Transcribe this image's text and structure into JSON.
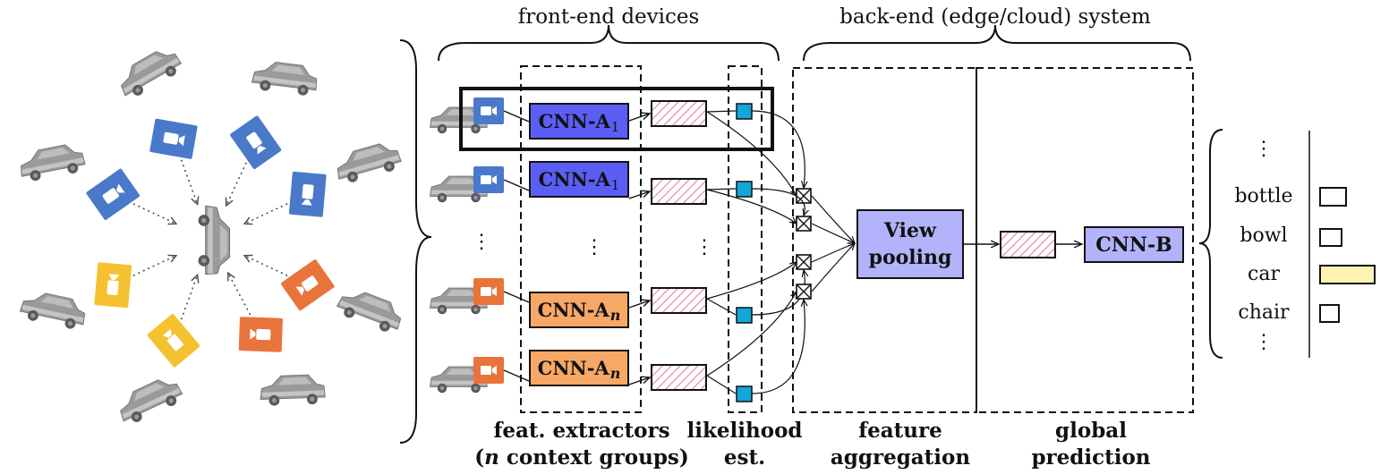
{
  "headers": {
    "front_end": "front-end devices",
    "back_end": "back-end (edge/cloud) system"
  },
  "captions": {
    "feat_extractors_line1": "feat. extractors",
    "feat_extractors_line2_prefix": "(",
    "feat_extractors_line2_n": "n",
    "feat_extractors_line2_suffix": " context groups)",
    "likelihood_line1": "likelihood",
    "likelihood_line2": "est.",
    "feature_agg_line1": "feature",
    "feature_agg_line2": "aggregation",
    "global_pred_line1": "global",
    "global_pred_line2": "prediction"
  },
  "extractors": [
    {
      "label": "CNN-A",
      "sub": "1",
      "group": "blue"
    },
    {
      "label": "CNN-A",
      "sub": "1",
      "group": "blue"
    },
    {
      "label": "CNN-A",
      "sub": "n",
      "group": "orange"
    },
    {
      "label": "CNN-A",
      "sub": "n",
      "group": "orange"
    }
  ],
  "view_pooling": {
    "line1": "View",
    "line2": "pooling"
  },
  "cnn_b": "CNN-B",
  "classes": [
    "bottle",
    "bowl",
    "car",
    "chair"
  ],
  "vertical_dots": "⋮",
  "colors": {
    "camera_blue": "#4a79c9",
    "camera_orange": "#e8743b",
    "camera_yellow": "#f5c12f",
    "cnn_a_blue": "#5b5ef5",
    "cnn_a_orange": "#f7a766",
    "pooling_lavender": "#b3b3fb",
    "likelihood_cyan": "#11a7d9",
    "feature_hatch": "#e68a9e",
    "car_highlight": "#fff3b3"
  }
}
